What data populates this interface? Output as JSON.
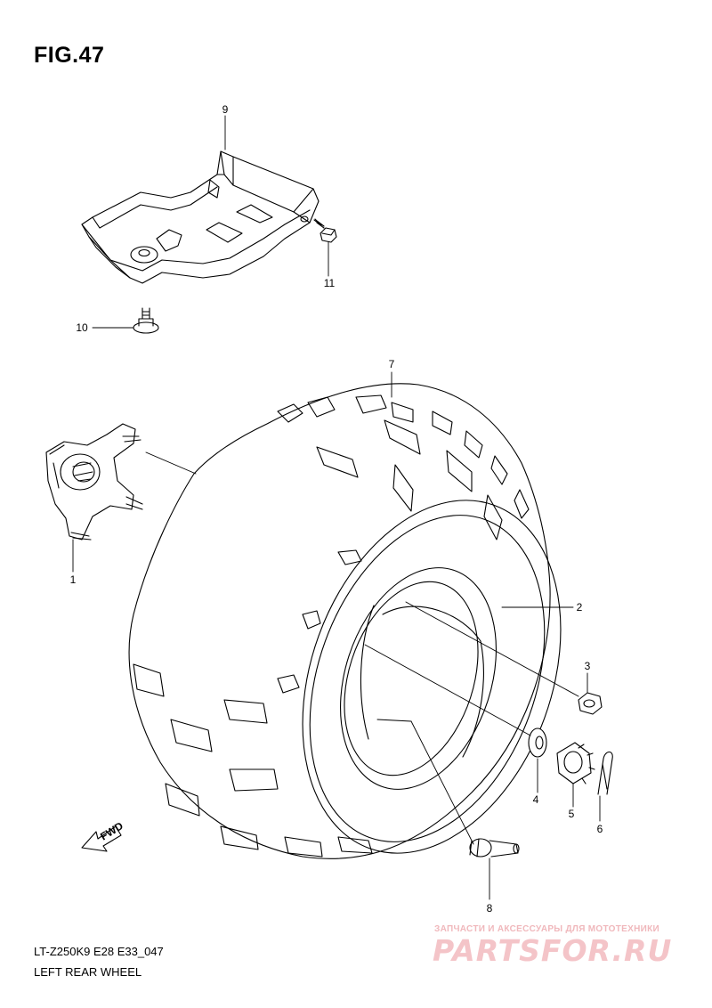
{
  "figure": {
    "title": "FIG.47",
    "code": "LT-Z250K9 E28 E33_047",
    "caption": "LEFT REAR WHEEL"
  },
  "fwd_label": "FWD",
  "callouts": [
    "1",
    "2",
    "3",
    "4",
    "5",
    "6",
    "7",
    "8",
    "9",
    "10",
    "11"
  ],
  "watermark": {
    "line1": "ЗАПЧАСТИ И АКСЕССУАРЫ ДЛЯ МОТОТЕХНИКИ",
    "line2": "PARTSFOR.RU"
  }
}
